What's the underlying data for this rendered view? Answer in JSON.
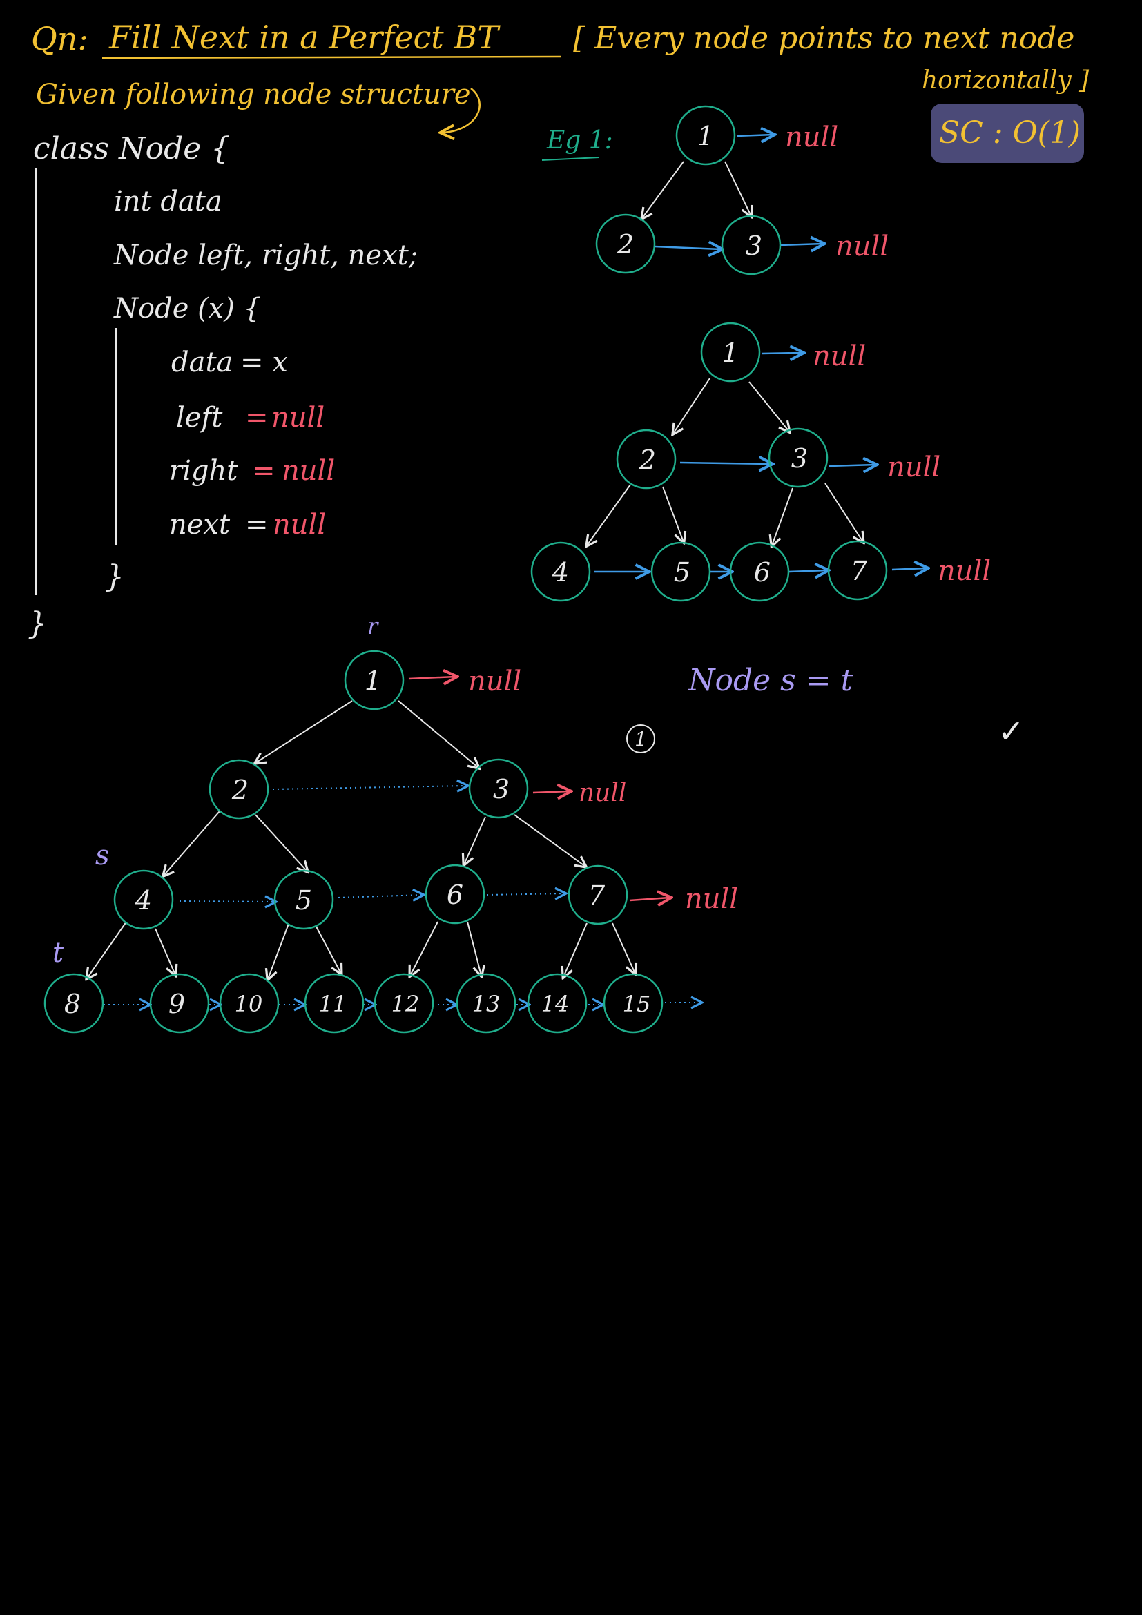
{
  "colors": {
    "background": "#000000",
    "yellow": "#f2c132",
    "white": "#e8e8e8",
    "red": "#f0566a",
    "blue": "#3f9be6",
    "teal": "#1fae8c",
    "purple": "#a99af2",
    "badge_bg": "#4b4a78"
  },
  "header": {
    "qn_label": "Qn:",
    "title": "Fill Next in a Perfect BT",
    "description_line1": "[ Every node points to next node",
    "description_line2": "horizontally ]",
    "complexity": "SC : O(1)"
  },
  "structure_note": "Given following node structure",
  "class_definition": {
    "line1": "class Node {",
    "line2": "int data",
    "line3": "Node left, right, next;",
    "line4": "Node (x) {",
    "assignments": [
      {
        "lhs": "data",
        "op": "= x",
        "rhs": ""
      },
      {
        "lhs": "left",
        "op": "=",
        "rhs": "null"
      },
      {
        "lhs": "right",
        "op": "=",
        "rhs": "null"
      },
      {
        "lhs": "next",
        "op": "=",
        "rhs": "null"
      }
    ],
    "inner_close": "}",
    "outer_close": "}"
  },
  "example_label": "Eg 1:",
  "null_text": "null",
  "example1_nodes": [
    "1",
    "2",
    "3"
  ],
  "example2_nodes": [
    "1",
    "2",
    "3",
    "4",
    "5",
    "6",
    "7"
  ],
  "main_tree": {
    "nodes": [
      "1",
      "2",
      "3",
      "4",
      "5",
      "6",
      "7",
      "8",
      "9",
      "10",
      "11",
      "12",
      "13",
      "14",
      "15"
    ],
    "pointer_r": "r",
    "pointer_s": "s",
    "pointer_t": "t"
  },
  "side_notes": {
    "assignment": "Node s = t",
    "step_number": "1",
    "check": "✓"
  }
}
